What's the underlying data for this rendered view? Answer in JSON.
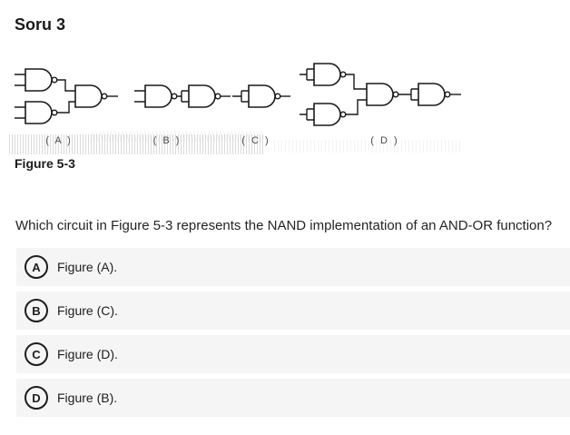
{
  "page": {
    "title": "Soru 3"
  },
  "figure": {
    "caption": "Figure 5-3",
    "circuits": [
      {
        "id": "A",
        "label": "( A )"
      },
      {
        "id": "B",
        "label": "( B )"
      },
      {
        "id": "C",
        "label": "( C )"
      },
      {
        "id": "D",
        "label": "( D )"
      }
    ]
  },
  "question": {
    "text": "Which circuit in Figure 5-3 represents the NAND implementation of an AND-OR function?"
  },
  "options": [
    {
      "letter": "A",
      "text": "Figure (A)."
    },
    {
      "letter": "B",
      "text": "Figure (C)."
    },
    {
      "letter": "C",
      "text": "Figure (D)."
    },
    {
      "letter": "D",
      "text": "Figure (B)."
    }
  ],
  "colors": {
    "option_background": "#f5f5f6",
    "text_primary": "#1d1d1d",
    "gate_stroke": "#1a1a1a"
  }
}
